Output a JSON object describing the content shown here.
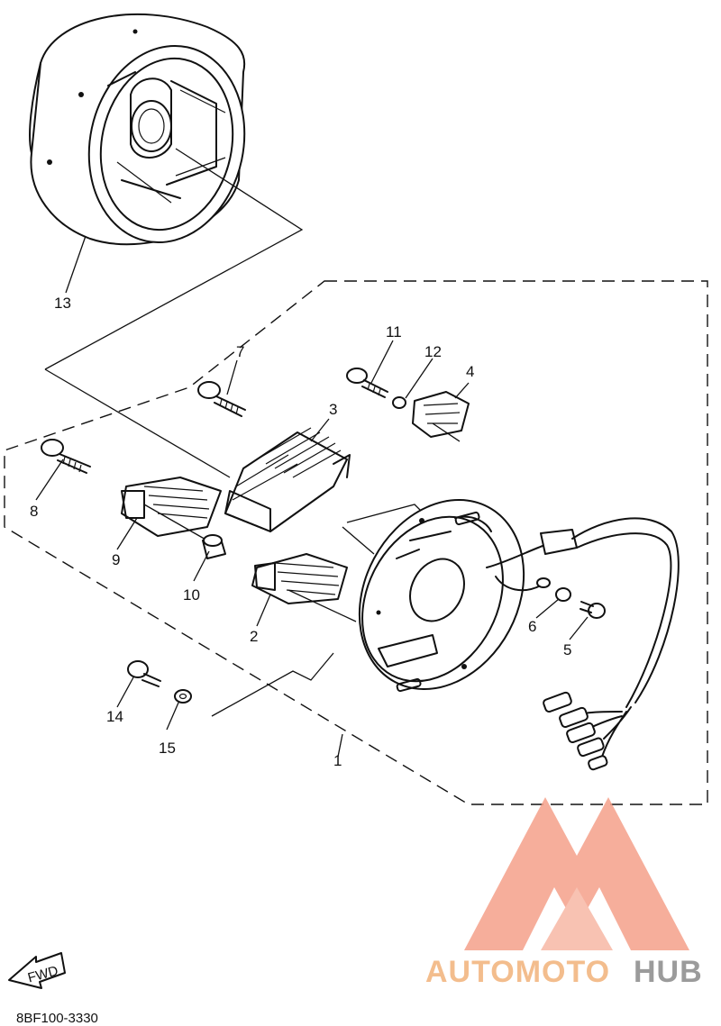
{
  "diagram": {
    "part_code": "8BF100-3330",
    "fwd_label": "FWD",
    "callouts": [
      {
        "id": "c1",
        "label": "1"
      },
      {
        "id": "c2",
        "label": "2"
      },
      {
        "id": "c3",
        "label": "3"
      },
      {
        "id": "c4",
        "label": "4"
      },
      {
        "id": "c5",
        "label": "5"
      },
      {
        "id": "c6",
        "label": "6"
      },
      {
        "id": "c7",
        "label": "7"
      },
      {
        "id": "c8",
        "label": "8"
      },
      {
        "id": "c9",
        "label": "9"
      },
      {
        "id": "c10",
        "label": "10"
      },
      {
        "id": "c11",
        "label": "11"
      },
      {
        "id": "c12",
        "label": "12"
      },
      {
        "id": "c13",
        "label": "13"
      },
      {
        "id": "c14",
        "label": "14"
      },
      {
        "id": "c15",
        "label": "15"
      }
    ]
  },
  "watermark": {
    "brand_part1": "AUTOMOTO",
    "brand_part2": "HUB",
    "color_primary": "#f5a08a",
    "color_secondary": "#f2b27a",
    "color_dark": "#8a8a8a"
  }
}
